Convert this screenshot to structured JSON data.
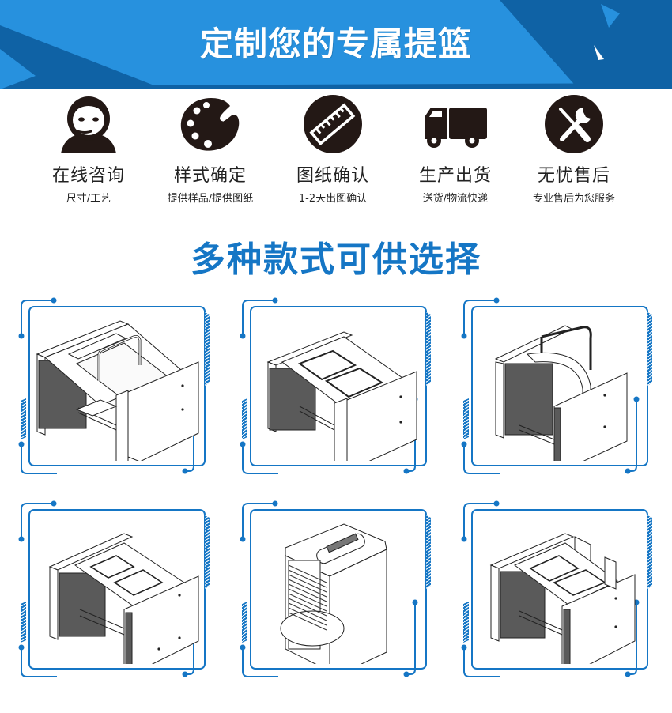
{
  "banner": {
    "title": "定制您的专属提篮",
    "colors": {
      "light": "#2791de",
      "dark": "#0f62a5"
    }
  },
  "features": [
    {
      "icon": "customer-service-icon",
      "title": "在线咨询",
      "subtitle": "尺寸/工艺"
    },
    {
      "icon": "palette-icon",
      "title": "样式确定",
      "subtitle": "提供样品/提供图纸"
    },
    {
      "icon": "ruler-icon",
      "title": "图纸确认",
      "subtitle": "1-2天出图确认"
    },
    {
      "icon": "truck-icon",
      "title": "生产出货",
      "subtitle": "送货/物流快递"
    },
    {
      "icon": "tools-icon",
      "title": "无忧售后",
      "subtitle": "专业售后为您服务"
    }
  ],
  "section": {
    "title": "多种款式可供选择",
    "color": "#1576c5"
  },
  "products": [
    {
      "name": "wafer-basket-handle-style",
      "variant": "handle"
    },
    {
      "name": "wafer-basket-double-tray-style",
      "variant": "double-tray"
    },
    {
      "name": "wafer-basket-arc-handle-style",
      "variant": "arc-handle"
    },
    {
      "name": "wafer-basket-frame-tray-style",
      "variant": "frame-tray"
    },
    {
      "name": "wafer-box-enclosed-style",
      "variant": "box"
    },
    {
      "name": "wafer-basket-open-side-style",
      "variant": "open-side"
    }
  ],
  "frame": {
    "color": "#1576c5"
  }
}
